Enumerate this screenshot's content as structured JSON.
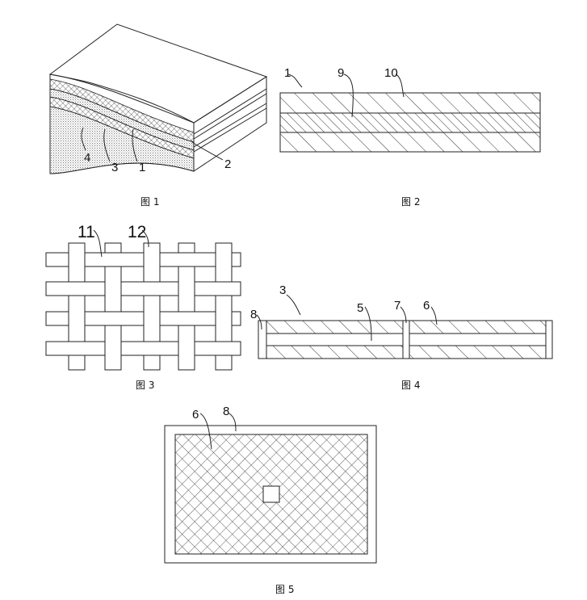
{
  "colors": {
    "line": "#222222",
    "paper": "#ffffff",
    "stipple": "#888888"
  },
  "figures": {
    "fig1": {
      "caption": "图 1",
      "labels": {
        "l1": "1",
        "l2": "2",
        "l3": "3",
        "l4": "4"
      }
    },
    "fig2": {
      "caption": "图 2",
      "labels": {
        "l1": "1",
        "l9": "9",
        "l10": "10"
      }
    },
    "fig3": {
      "caption": "图 3",
      "labels": {
        "l11": "11",
        "l12": "12"
      }
    },
    "fig4": {
      "caption": "图 4",
      "labels": {
        "l3": "3",
        "l5": "5",
        "l6": "6",
        "l7": "7",
        "l8": "8"
      }
    },
    "fig5": {
      "caption": "图 5",
      "labels": {
        "l6": "6",
        "l8": "8"
      }
    }
  }
}
